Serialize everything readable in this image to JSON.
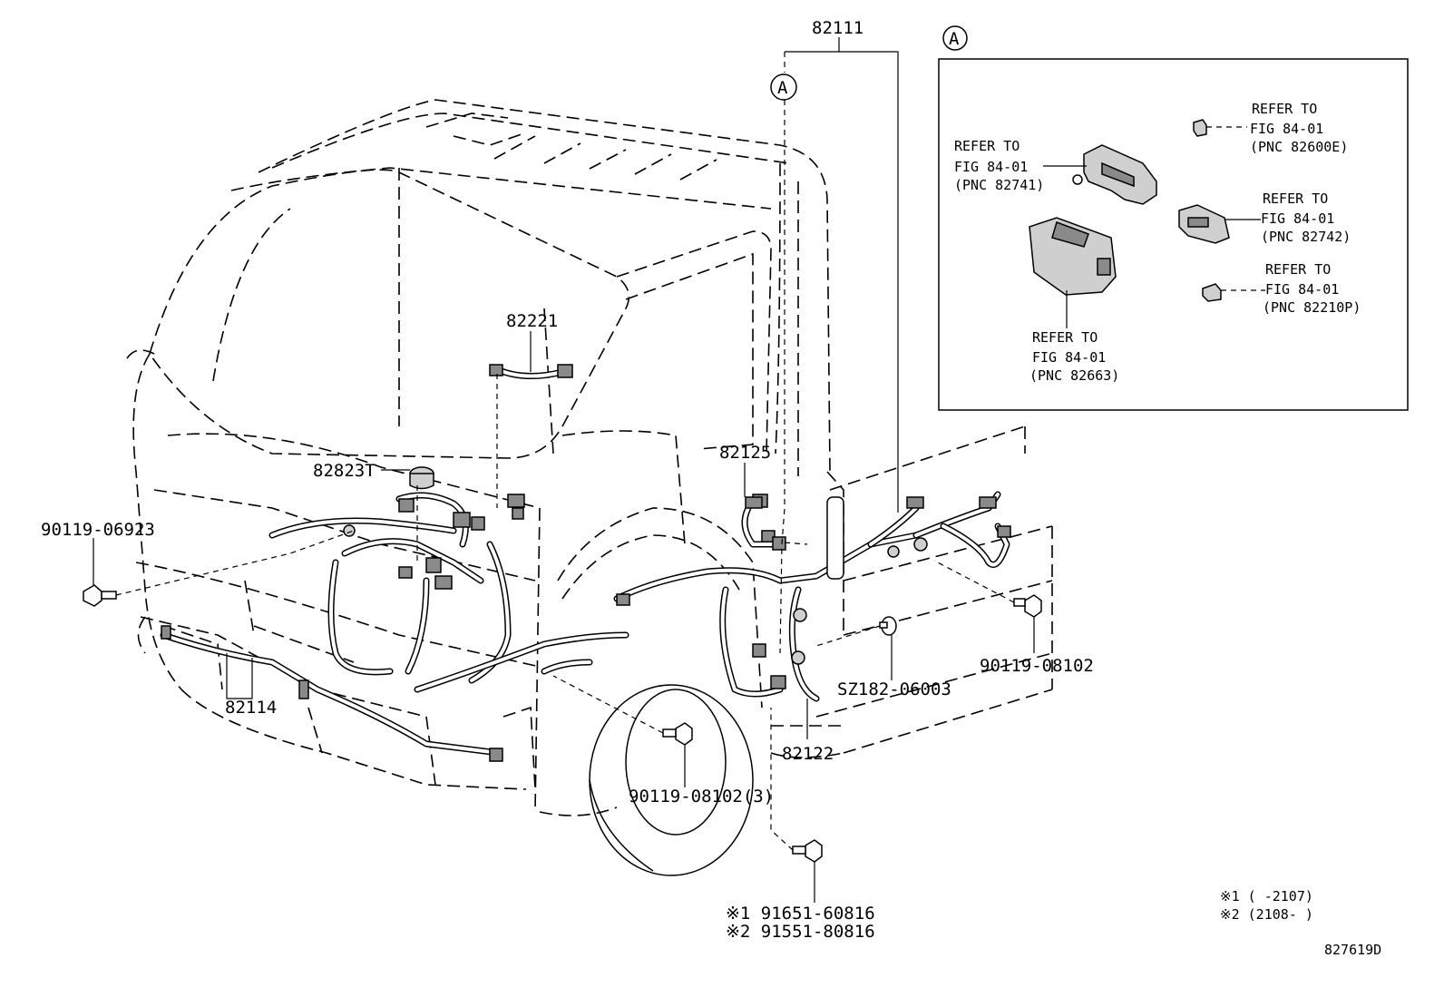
{
  "diagram": {
    "part_labels": {
      "p82111": "82111",
      "p82221": "82221",
      "p82823T": "82823T",
      "p82125": "82125",
      "p90119_06923": "90119-06923",
      "p90119_08102_right": "90119-08102",
      "pSZ182": "SZ182-06003",
      "p82114": "82114",
      "p82122": "82122",
      "p90119_08102_3": "90119-08102(3)",
      "p91651": "※1 91651-60816",
      "p91551": "※2 91551-80816"
    },
    "callout_letter": "A",
    "inset": {
      "letter": "A",
      "refs": [
        {
          "refer": "REFER TO",
          "fig": "FIG 84-01",
          "pnc": "(PNC 82600E)"
        },
        {
          "refer": "REFER TO",
          "fig": "FIG 84-01",
          "pnc": "(PNC 82741)"
        },
        {
          "refer": "REFER TO",
          "fig": "FIG 84-01",
          "pnc": "(PNC 82742)"
        },
        {
          "refer": "REFER TO",
          "fig": "FIG 84-01",
          "pnc": "(PNC 82210P)"
        },
        {
          "refer": "REFER TO",
          "fig": "FIG 84-01",
          "pnc": "(PNC 82663)"
        }
      ]
    },
    "footnotes": {
      "note1": "※1 (   -2107)",
      "note2": "※2 (2108-   )"
    },
    "figure_id": "827619D"
  }
}
